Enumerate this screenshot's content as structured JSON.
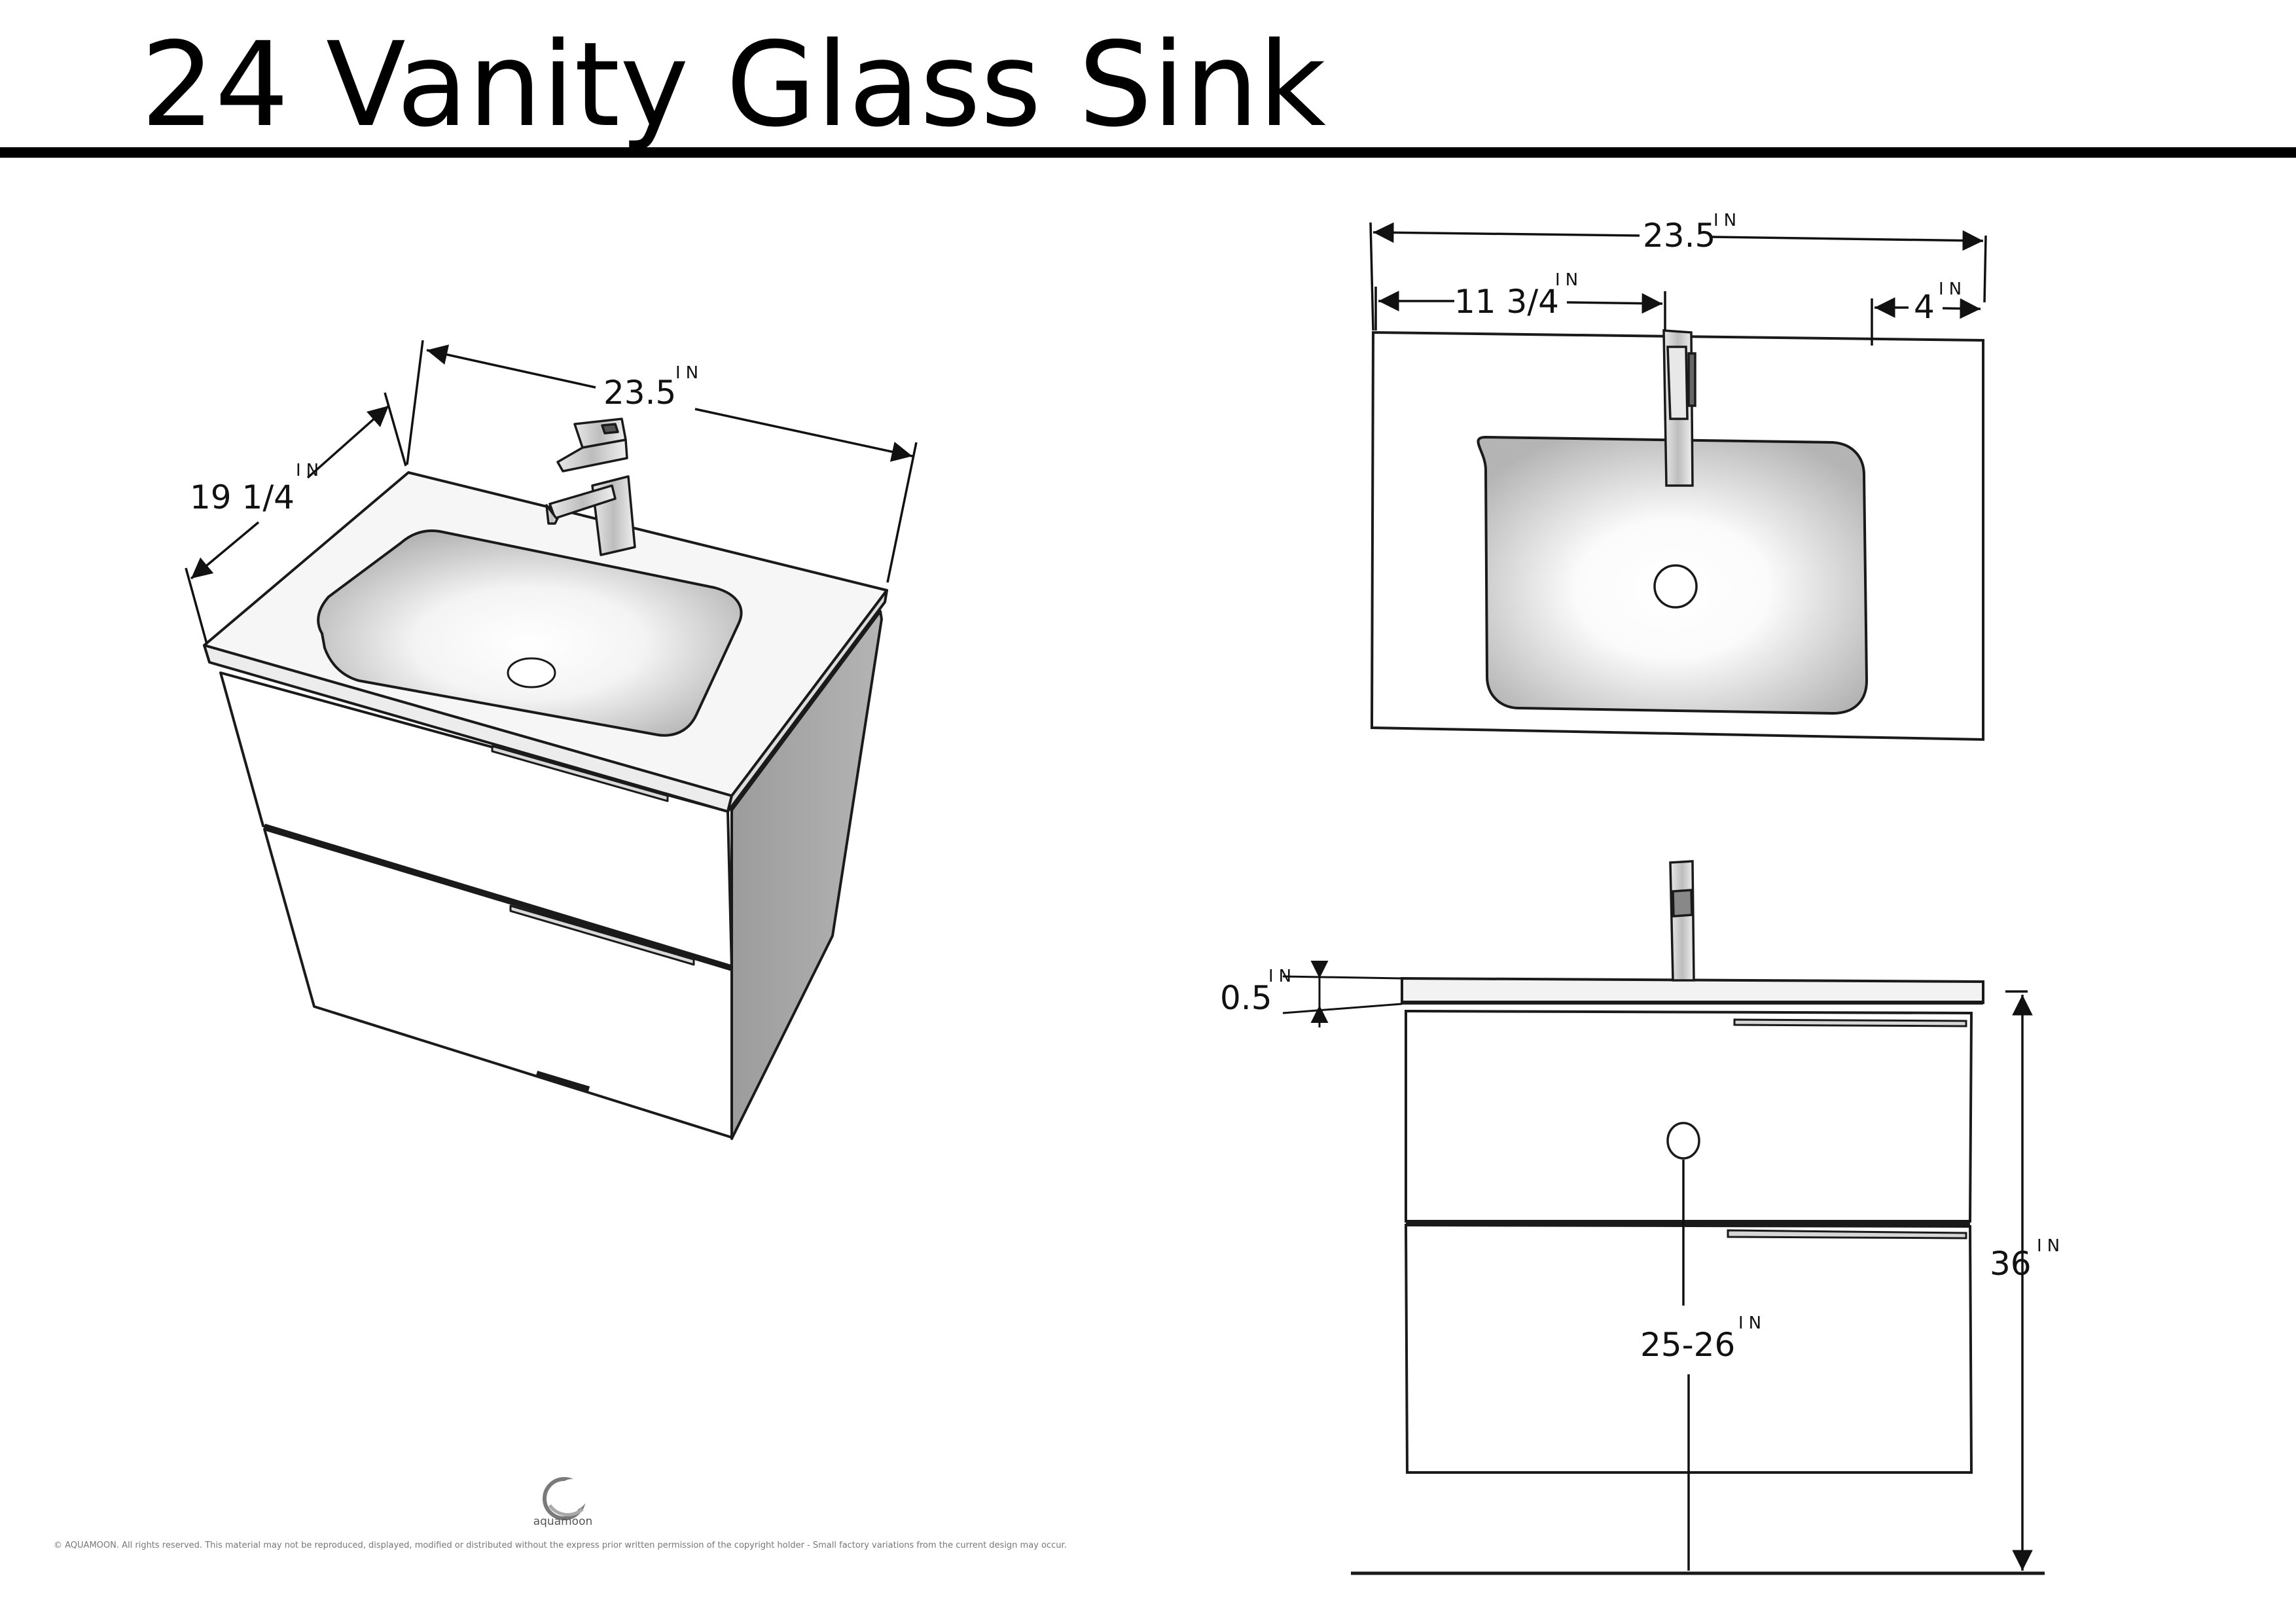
{
  "title": "24 Vanity Glass Sink",
  "unit": "IN",
  "iso_view": {
    "width": "23.5",
    "depth": "19 1/4"
  },
  "top_view": {
    "width": "23.5",
    "faucet_offset": "11 3/4",
    "edge_offset": "4"
  },
  "front_view": {
    "top_thickness": "0.5",
    "total_height": "36",
    "mount_height": "25-26"
  },
  "brand": "aquamoon",
  "copyright": "© AQUAMOON. All rights reserved. This material may not be reproduced, displayed, modified or distributed without the express prior written permission of the copyright holder - Small factory variations from the current design may occur.",
  "icons": {
    "brand_logo": "aquamoon-logo-icon"
  },
  "colors": {
    "line": "#1a1a1a",
    "side_panel": "#a8a8a8",
    "basin_gray": "#b5b5b5",
    "background": "#ffffff"
  }
}
